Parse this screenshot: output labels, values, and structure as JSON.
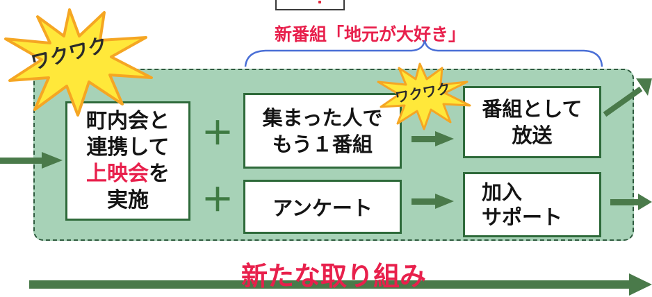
{
  "program_title": "新番組「地元が大好き」",
  "bursts": {
    "left": "ワクワク",
    "middle": "ワクワク"
  },
  "boxes": {
    "main": {
      "line1": "町内会と",
      "line2": "連携して",
      "line3_highlight": "上映会",
      "line3_suffix": "を",
      "line4": "実施"
    },
    "gather": {
      "line1": "集まった人で",
      "line2": "もう１番組"
    },
    "survey": {
      "label": "アンケート"
    },
    "broadcast": {
      "line1": "番組として",
      "line2": "放送"
    },
    "support": {
      "line1": "加入",
      "line2": "サポート"
    }
  },
  "operators": {
    "plus_top": "＋",
    "plus_bottom": "＋"
  },
  "bottom_title": "新たな取り組み",
  "colors": {
    "accent_red": "#e8204c",
    "arrow_green": "#4a7a4a",
    "panel_green": "#a7d2b7",
    "burst_yellow": "#ffe83a",
    "burst_orange": "#f5a623",
    "brace_blue": "#4a6fd6"
  }
}
